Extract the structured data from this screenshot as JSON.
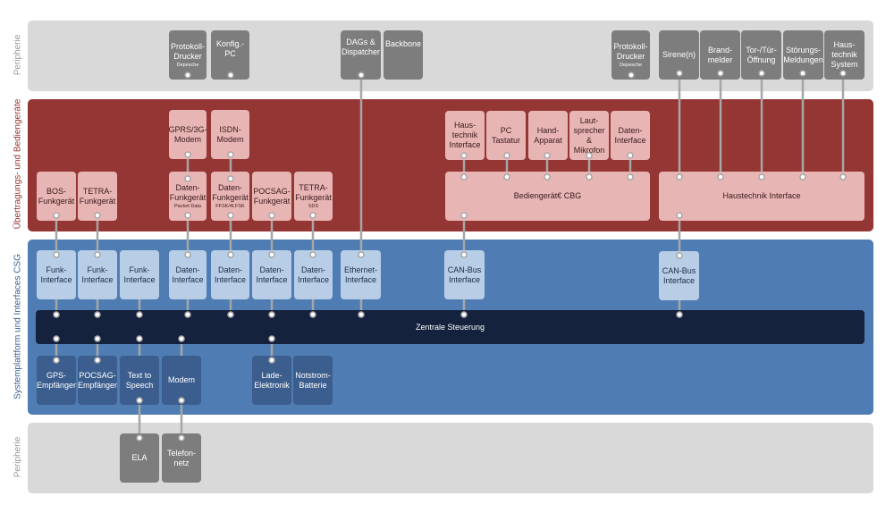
{
  "bands": {
    "periphery_top": "Peripherie",
    "transmission": "Übertragungs- und Bediengeräte",
    "system": "Systemplattform und Interfaces CSG",
    "periphery_bottom": "Peripherie"
  },
  "periphery_top": {
    "protokoll_drucker_1": {
      "title": "Protokoll-\nDrucker",
      "sub": "Depesche"
    },
    "konfig_pc": {
      "title": "Konfig.-PC"
    },
    "dags": {
      "title": "DAGs &\nDispatcher"
    },
    "backbone": {
      "title": "Backbone"
    },
    "protokoll_drucker_2": {
      "title": "Protokoll-\nDrucker",
      "sub": "Depesche"
    },
    "sirene": {
      "title": "Sirene(n)"
    },
    "brandmelder": {
      "title": "Brand-\nmelder"
    },
    "tor": {
      "title": "Tor-/Tür-\nÖffnung"
    },
    "stoerung": {
      "title": "Störungs-\nMeldungen"
    },
    "haustechnik_system": {
      "title": "Haus-\ntechnik\nSystem"
    }
  },
  "transmission": {
    "gprs_modem": {
      "title": "GPRS/3G-\nModem"
    },
    "isdn_modem": {
      "title": "ISDN-\nModem"
    },
    "bos_funk": {
      "title": "BOS-\nFunkgerät"
    },
    "tetra_funk_1": {
      "title": "TETRA-\nFunkgerät"
    },
    "daten_funk_1": {
      "title": "Daten-\nFunkgerät",
      "sub": "Packet Data"
    },
    "daten_funk_2": {
      "title": "Daten-\nFunkgerät",
      "sub": "FFSK/4LFSK"
    },
    "pocsag_funk": {
      "title": "POCSAG-\nFunkgerät"
    },
    "tetra_funk_2": {
      "title": "TETRA-\nFunkgerät",
      "sub": "SDS"
    },
    "haustechnik_if_small": {
      "title": "Haus-\ntechnik\nInterface"
    },
    "pc_tastatur": {
      "title": "PC\nTastatur"
    },
    "hand_apparat": {
      "title": "Hand-\nApparat"
    },
    "lautsprecher": {
      "title": "Laut-\nsprecher &\nMikrofon"
    },
    "daten_if": {
      "title": "Daten-\nInterface"
    },
    "bediengeraet": {
      "title": "Bediengerät€ CBG"
    },
    "haustechnik_interface": {
      "title": "Haustechnik Interface"
    }
  },
  "system": {
    "funk_if_1": {
      "title": "Funk-\nInterface"
    },
    "funk_if_2": {
      "title": "Funk-\nInterface"
    },
    "funk_if_3": {
      "title": "Funk-\nInterface"
    },
    "daten_if_1": {
      "title": "Daten-\nInterface"
    },
    "daten_if_2": {
      "title": "Daten-\nInterface"
    },
    "daten_if_3": {
      "title": "Daten-\nInterface"
    },
    "daten_if_4": {
      "title": "Daten-\nInterface"
    },
    "ethernet_if": {
      "title": "Ethernet-\nInterface"
    },
    "canbus_if_1": {
      "title": "CAN-Bus\nInterface"
    },
    "canbus_if_2": {
      "title": "CAN-Bus\nInterface"
    },
    "zentrale": {
      "title": "Zentrale Steuerung"
    },
    "gps": {
      "title": "GPS-\nEmpfänger"
    },
    "pocsag_empf": {
      "title": "POCSAG-\nEmpfänger"
    },
    "tts": {
      "title": "Text to\nSpeech"
    },
    "modem": {
      "title": "Modem"
    },
    "lade": {
      "title": "Lade-\nElektronik"
    },
    "notstrom": {
      "title": "Notstrom-\nBatterie"
    }
  },
  "periphery_bottom": {
    "ela": {
      "title": "ELA"
    },
    "telefonnetz": {
      "title": "Telefon-\nnetz"
    }
  },
  "colors": {
    "periphery_band": "#d9d9d9",
    "transmission_band": "#943633",
    "system_band": "#4f7db3",
    "connector": "#a6a6a6"
  }
}
